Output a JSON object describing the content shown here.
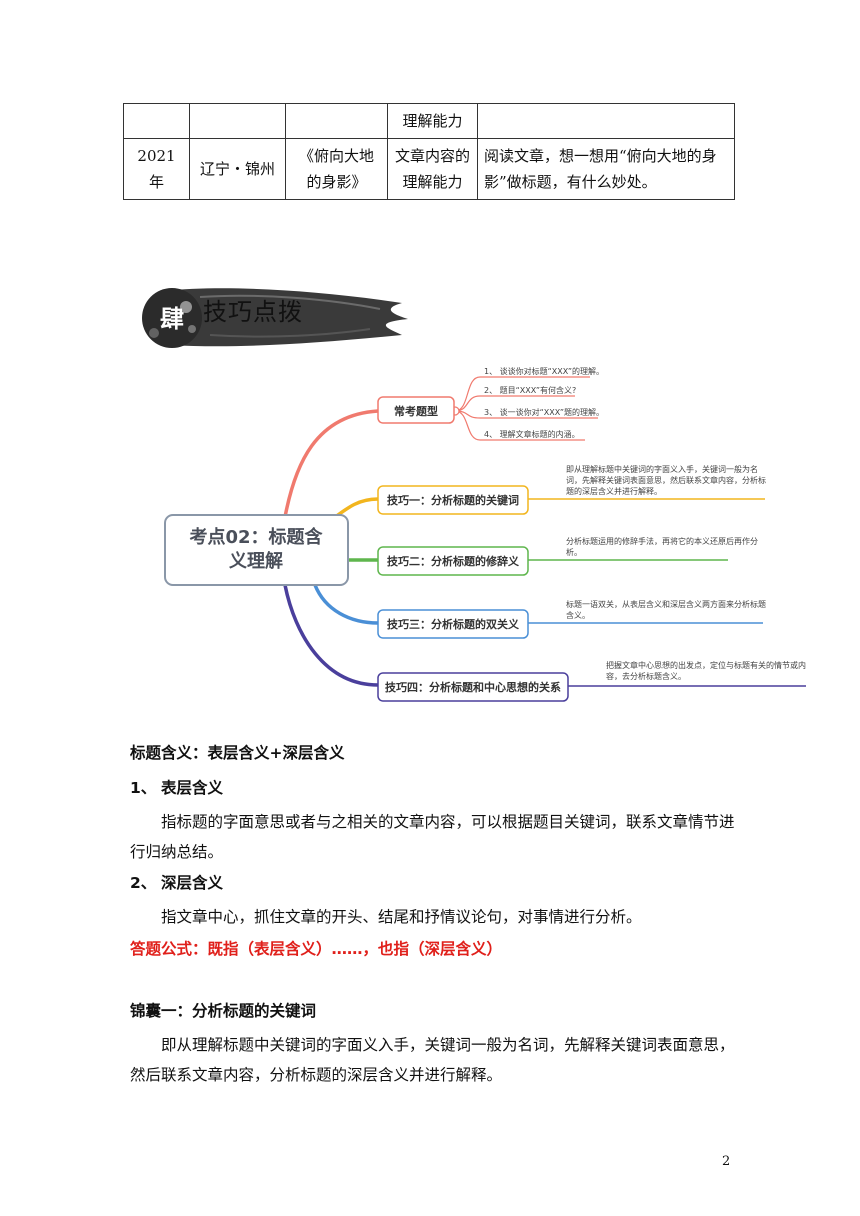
{
  "table": {
    "rows": [
      [
        "",
        "",
        "",
        "理解能力",
        ""
      ],
      [
        "2021 年",
        "辽宁・锦州",
        "《俯向大地的身影》",
        "文章内容的理解能力",
        "阅读文章，想一想用“俯向大地的身影”做标题，有什么妙处。"
      ]
    ]
  },
  "banner": {
    "badge": "肆",
    "title": "技巧点拨"
  },
  "mindmap": {
    "center": "考点02：标题含义理解",
    "branches": [
      {
        "label": "常考题型",
        "color": "#f07a6e",
        "items": [
          "1、 谈谈你对标题“XXX”的理解。",
          "2、 题目“XXX”有何含义?",
          "3、 谈一谈你对“XXX”题的理解。",
          "4、 理解文章标题的内涵。"
        ]
      },
      {
        "label": "技巧一：分析标题的关键词",
        "color": "#f2b51e",
        "note": "即从理解标题中关键词的字面义入手，关键词一般为名词，先解释关键词表面意思，然后联系文章内容，分析标题的深层含义并进行解释。"
      },
      {
        "label": "技巧二：分析标题的修辞义",
        "color": "#5fb64d",
        "note": "分析标题运用的修辞手法，再将它的本义还原后再作分析。"
      },
      {
        "label": "技巧三：分析标题的双关义",
        "color": "#4a8fd6",
        "note": "标题一语双关，从表层含义和深层含义两方面来分析标题含义。"
      },
      {
        "label": "技巧四：分析标题和中心思想的关系",
        "color": "#4a3f9c",
        "note": "把握文章中心思想的出发点，定位与标题有关的情节或内容，去分析标题含义。"
      }
    ]
  },
  "content": {
    "heading": "标题含义：表层含义+深层含义",
    "s1_num": "1、",
    "s1_title": "表层含义",
    "s1_text": "指标题的字面意思或者与之相关的文章内容，可以根据题目关键词，联系文章情节进行归纳总结。",
    "s2_num": "2、",
    "s2_title": "深层含义",
    "s2_text": "指文章中心，抓住文章的开头、结尾和抒情议论句，对事情进行分析。",
    "formula": "答题公式：既指（表层含义）……，也指（深层含义）",
    "tip1_title": "锦囊一：分析标题的关键词",
    "tip1_text": "即从理解标题中关键词的字面义入手，关键词一般为名词，先解释关键词表面意思，然后联系文章内容，分析标题的深层含义并进行解释。"
  },
  "page_number": "2"
}
